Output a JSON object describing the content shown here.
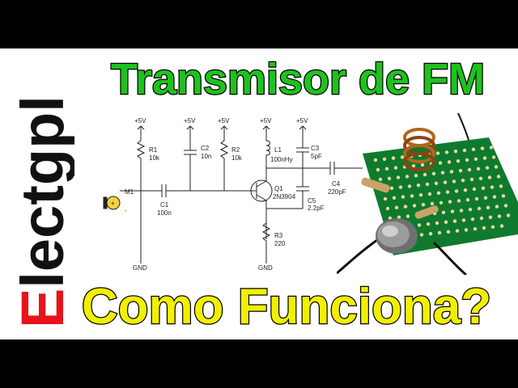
{
  "brand": {
    "first_letter": "E",
    "rest": "lectgpl",
    "first_color": "#e8141c",
    "rest_color": "#111111"
  },
  "title_top": {
    "text": "Transmisor de FM",
    "fill": "#1ec21e",
    "stroke": "#000000"
  },
  "title_bottom": {
    "text": "Como Funciona?",
    "fill": "#f2f000",
    "stroke": "#000000"
  },
  "schematic": {
    "vcc": [
      "+5V",
      "+5V",
      "+5V",
      "+5V",
      "+5V"
    ],
    "gnd": [
      "GND",
      "GND"
    ],
    "r1": {
      "ref": "R1",
      "value": "10k"
    },
    "c2": {
      "ref": "C2",
      "value": "10n"
    },
    "r2": {
      "ref": "R2",
      "value": "10k"
    },
    "l1": {
      "ref": "L1",
      "value": "100nHy"
    },
    "c3": {
      "ref": "C3",
      "value": "5pF"
    },
    "m1": {
      "ref": "M1",
      "plus": "+",
      "minus": "-"
    },
    "c1": {
      "ref": "C1",
      "value": "100n"
    },
    "q1": {
      "ref": "Q1",
      "value": "2N3904"
    },
    "c4": {
      "ref": "C4",
      "value": "220pF"
    },
    "c5": {
      "ref": "C5",
      "value": "2.2pF"
    },
    "r3": {
      "ref": "R3",
      "value": "220"
    }
  },
  "colors": {
    "pcb": "#0f7a2e",
    "pad": "#e9d9a0",
    "coil": "#b5651d",
    "mic": "#8a8a8a"
  },
  "icons": [
    "pcb-photo",
    "microphone",
    "coil"
  ]
}
